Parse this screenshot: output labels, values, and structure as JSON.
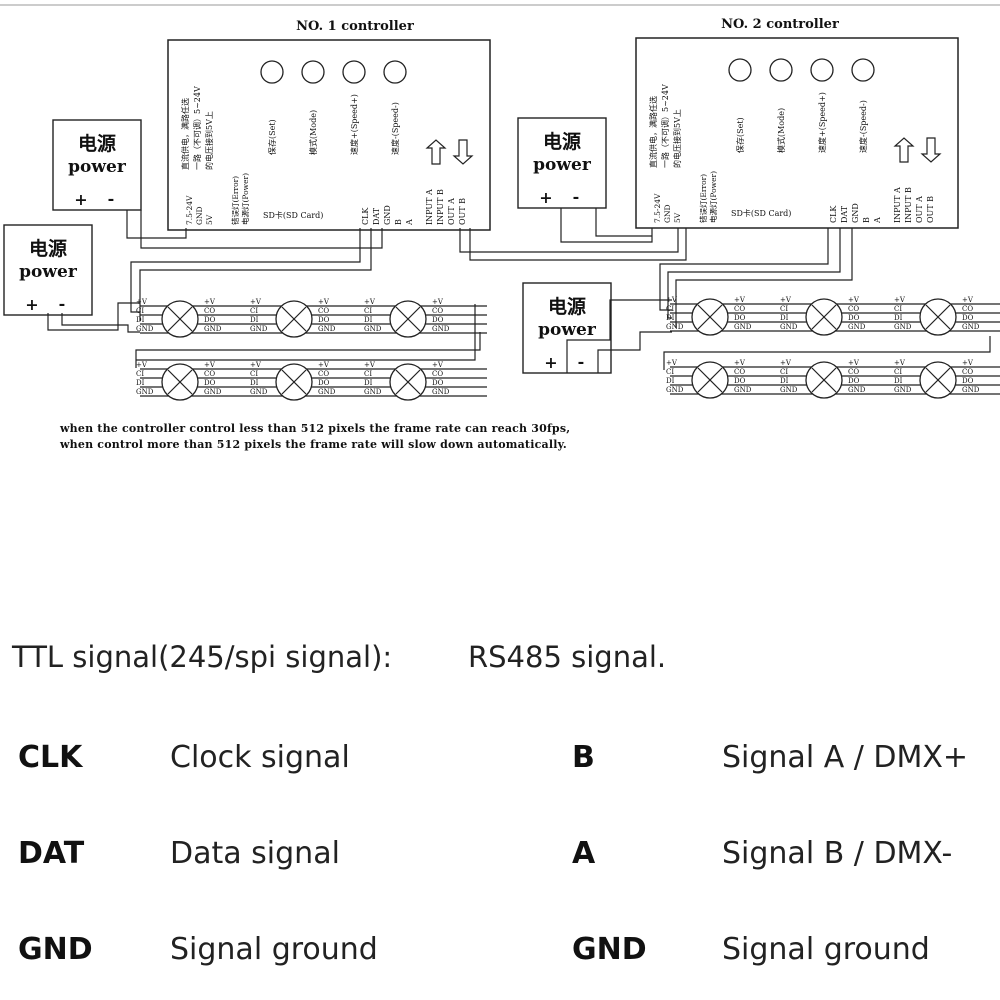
{
  "controllers": [
    {
      "title": "NO. 1 controller",
      "note_cn": [
        "直流供电，满路任选",
        "一路（不可调）5~24V",
        "的电压接到5V上"
      ],
      "buttons": [
        {
          "label": "保存(Set)"
        },
        {
          "label": "模式(Mode)"
        },
        {
          "label": "速度+(Speed+)"
        },
        {
          "label": "速度-(Speed-)"
        }
      ],
      "leds": [
        "错误灯(Error)",
        "电源灯(Power)"
      ],
      "power_pins": [
        "7.5-24V",
        "GND",
        "5V"
      ],
      "sd": "SD卡(SD Card)",
      "ttl_pins": [
        "CLK",
        "DAT",
        "GND",
        "B",
        "A"
      ],
      "rs485_pins": [
        "INPUT A",
        "INPUT B",
        "OUT A",
        "OUT B"
      ]
    },
    {
      "title": "NO. 2 controller",
      "note_cn": [
        "直流供电，满路任选",
        "一路（不可调）5~24V",
        "的电压接到5V上"
      ],
      "buttons": [
        {
          "label": "保存(Set)"
        },
        {
          "label": "模式(Mode)"
        },
        {
          "label": "速度+(Speed+)"
        },
        {
          "label": "速度-(Speed-)"
        }
      ],
      "leds": [
        "错误灯(Error)",
        "电源灯(Power)"
      ],
      "power_pins": [
        "7.5-24V",
        "GND",
        "5V"
      ],
      "sd": "SD卡(SD Card)",
      "ttl_pins": [
        "CLK",
        "DAT",
        "GND",
        "B",
        "A"
      ],
      "rs485_pins": [
        "INPUT A",
        "INPUT B",
        "OUT A",
        "OUT B"
      ]
    }
  ],
  "power_box": {
    "cn": "电源",
    "en": "power",
    "plus": "+",
    "minus": "-"
  },
  "pixel_pins": {
    "left": [
      "+V",
      "CI",
      "DI",
      "GND"
    ],
    "right": [
      "+V",
      "CO",
      "DO",
      "GND"
    ]
  },
  "notes": [
    "when the controller control less than 512 pixels the frame rate can reach 30fps,",
    "when control more than 512 pixels the frame rate will slow down automatically."
  ],
  "legend": {
    "ttl_header": "TTL signal(245/spi signal):",
    "rs485_header": "RS485 signal.",
    "ttl_rows": [
      {
        "key": "CLK",
        "value": "Clock signal"
      },
      {
        "key": "DAT",
        "value": "Data signal"
      },
      {
        "key": "GND",
        "value": "Signal ground"
      }
    ],
    "rs485_rows": [
      {
        "key": "B",
        "value": "Signal A / DMX+"
      },
      {
        "key": "A",
        "value": "Signal B / DMX-"
      },
      {
        "key": "GND",
        "value": "Signal ground"
      }
    ]
  }
}
